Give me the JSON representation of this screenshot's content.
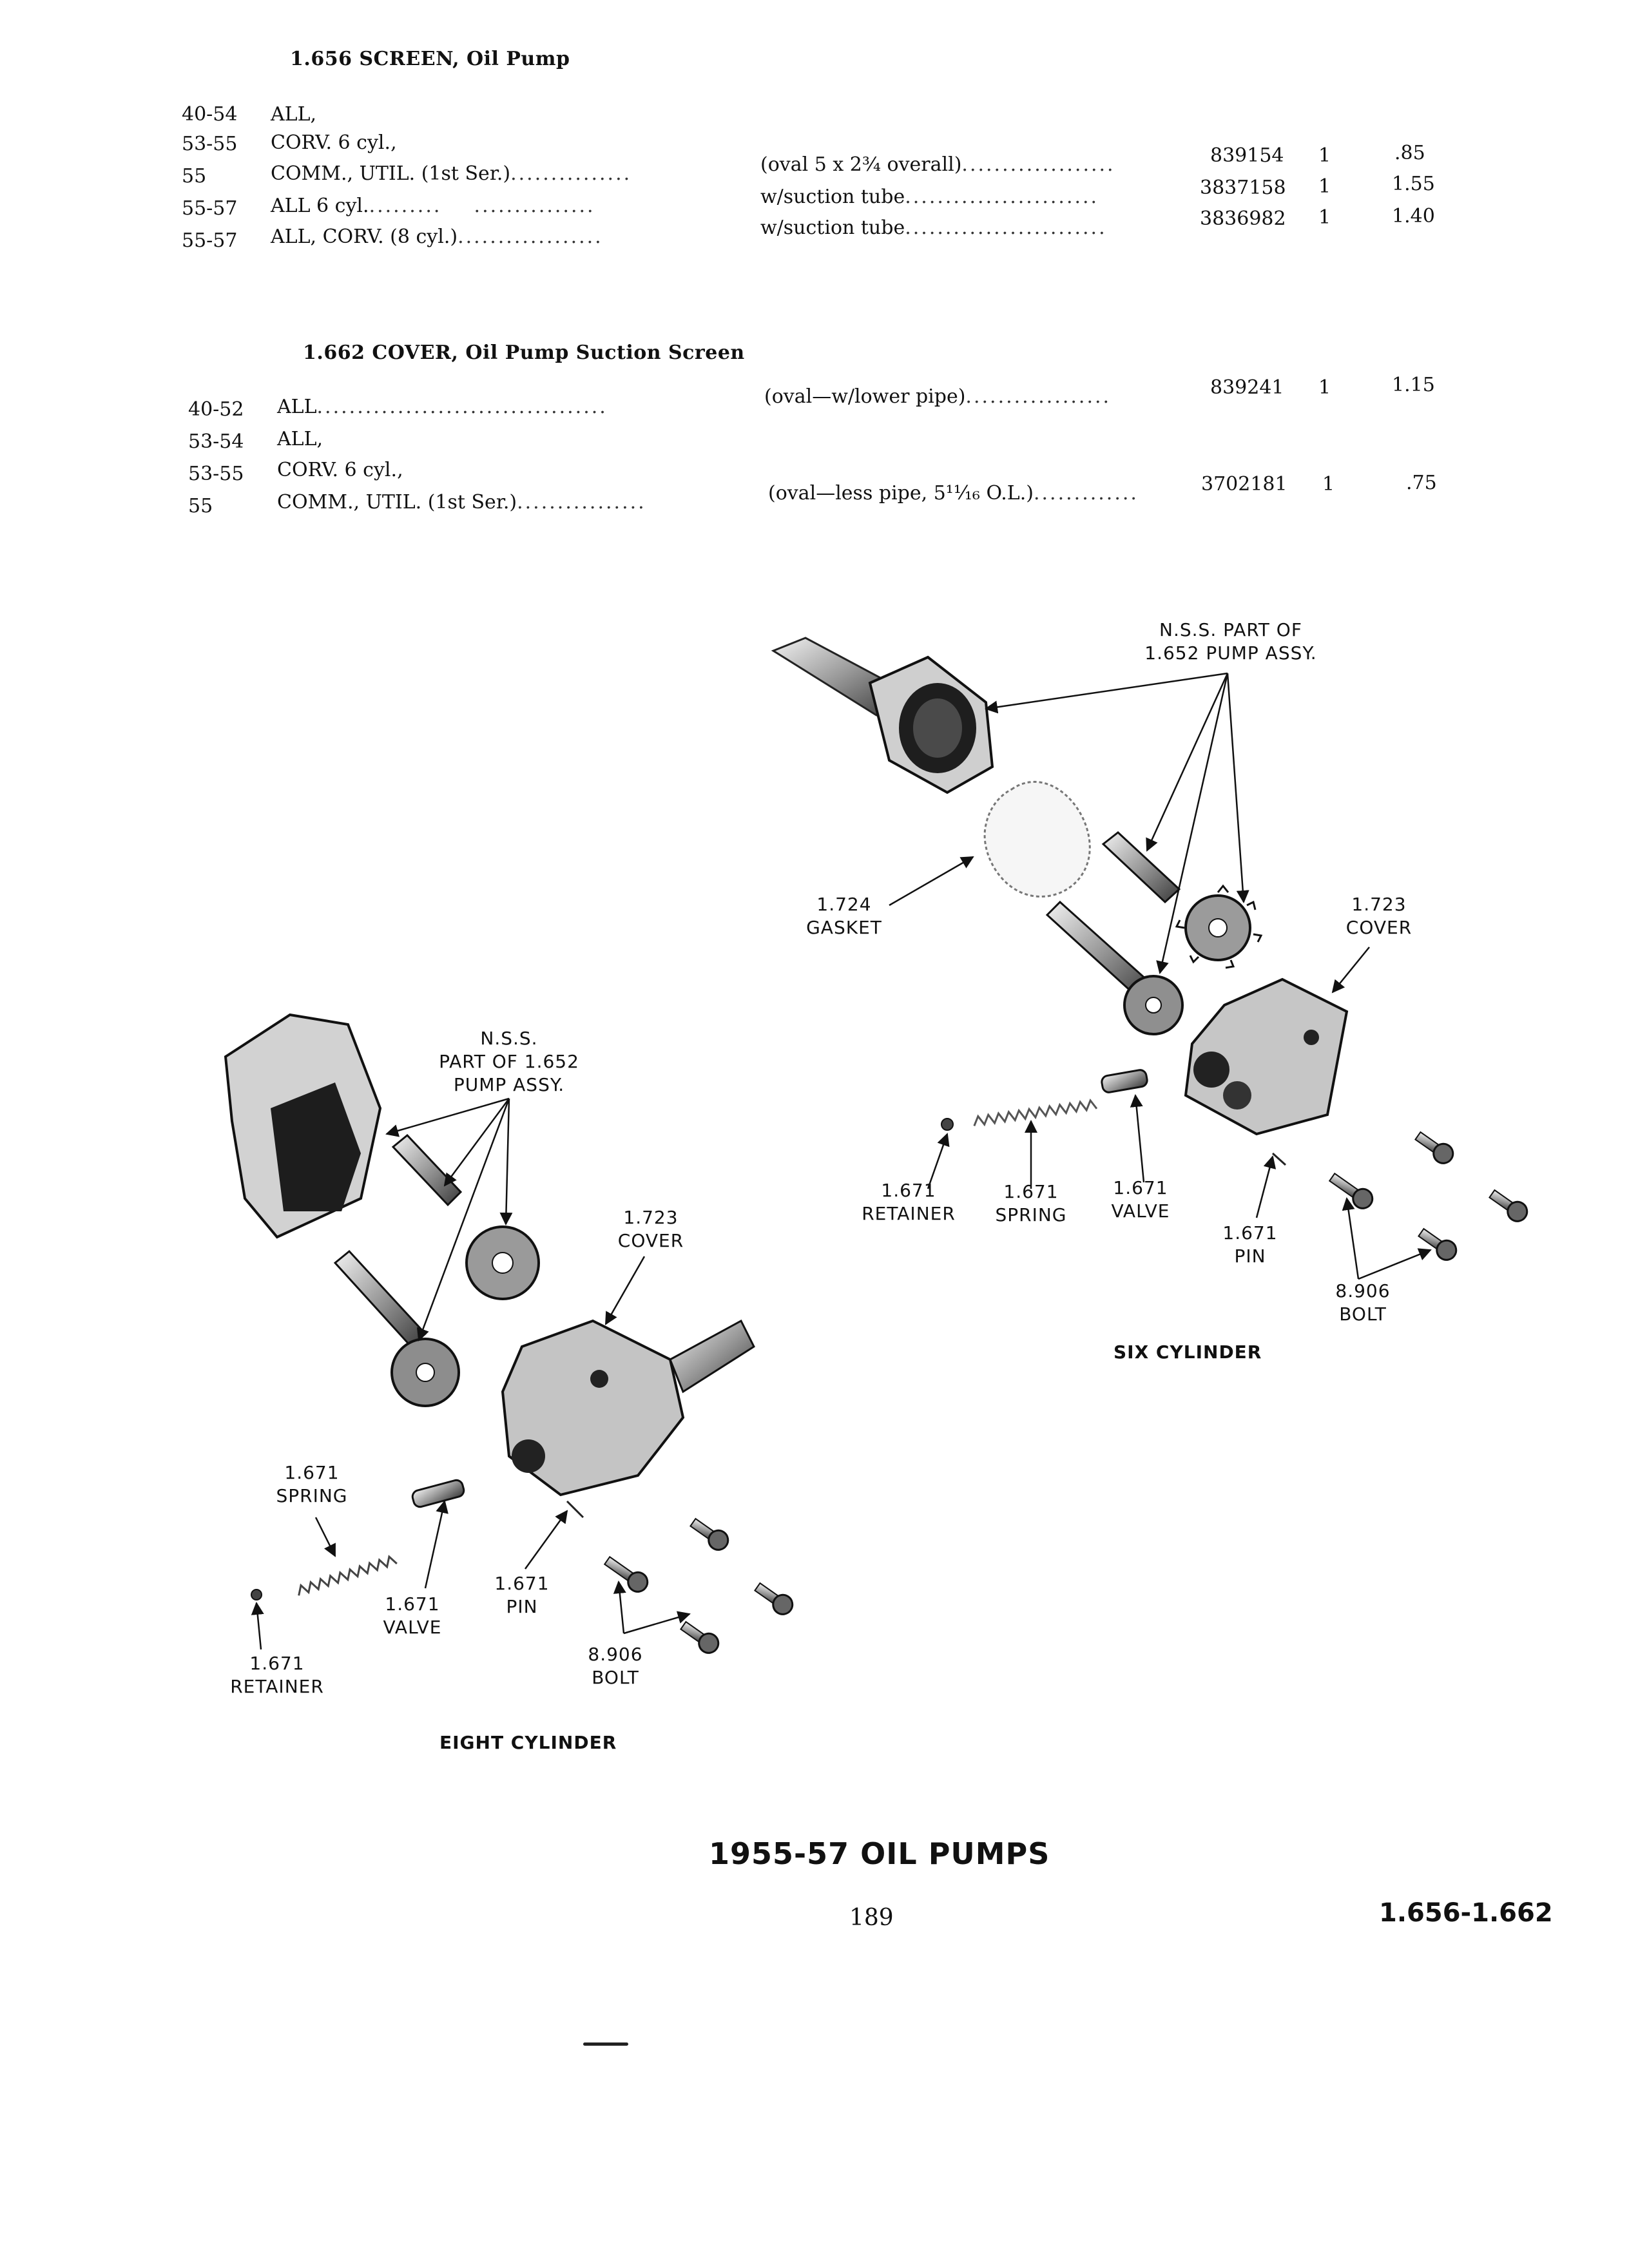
{
  "section_1656": {
    "title": "1.656  SCREEN, Oil Pump",
    "rows": [
      {
        "year": "40-54",
        "model": "ALL,"
      },
      {
        "year": "53-55",
        "model": "CORV. 6 cyl.,"
      },
      {
        "year": "55",
        "model": "COMM., UTIL. (1st Ser.)",
        "desc": "(oval 5 x 2¾ overall)",
        "part": "839154",
        "qty": "1",
        "price": ".85"
      },
      {
        "year": "55-57",
        "model": "ALL 6 cyl.",
        "desc": "w/suction tube",
        "part": "3837158",
        "qty": "1",
        "price": "1.55"
      },
      {
        "year": "55-57",
        "model": "ALL, CORV. (8 cyl.)",
        "desc": "w/suction tube",
        "part": "3836982",
        "qty": "1",
        "price": "1.40"
      }
    ]
  },
  "section_1662": {
    "title": "1.662  COVER, Oil Pump Suction Screen",
    "rows": [
      {
        "year": "40-52",
        "model": "ALL",
        "desc": "(oval—w/lower pipe)",
        "part": "839241",
        "qty": "1",
        "price": "1.15"
      },
      {
        "year": "53-54",
        "model": "ALL,"
      },
      {
        "year": "53-55",
        "model": "CORV. 6 cyl.,"
      },
      {
        "year": "55",
        "model": "COMM., UTIL. (1st Ser.)",
        "desc": "(oval—less pipe, 5¹¹⁄₁₆ O.L.)",
        "part": "3702181",
        "qty": "1",
        "price": ".75"
      }
    ]
  },
  "six_cyl": {
    "nss": [
      "N.S.S. PART OF",
      "1.652 PUMP ASSY."
    ],
    "gasket": [
      "1.724",
      "GASKET"
    ],
    "cover": [
      "1.723",
      "COVER"
    ],
    "retainer": [
      "1.671",
      "RETAINER"
    ],
    "spring": [
      "1.671",
      "SPRING"
    ],
    "valve": [
      "1.671",
      "VALVE"
    ],
    "pin": [
      "1.671",
      "PIN"
    ],
    "bolt": [
      "8.906",
      "BOLT"
    ],
    "caption": "SIX CYLINDER"
  },
  "eight_cyl": {
    "nss": [
      "N.S.S.",
      "PART OF 1.652",
      "PUMP ASSY."
    ],
    "cover": [
      "1.723",
      "COVER"
    ],
    "spring": [
      "1.671",
      "SPRING"
    ],
    "valve": [
      "1.671",
      "VALVE"
    ],
    "pin": [
      "1.671",
      "PIN"
    ],
    "retainer": [
      "1.671",
      "RETAINER"
    ],
    "bolt": [
      "8.906",
      "BOLT"
    ],
    "caption": "EIGHT CYLINDER"
  },
  "footer": {
    "title": "1955-57 OIL PUMPS",
    "page_number": "189",
    "ref": "1.656-1.662"
  }
}
